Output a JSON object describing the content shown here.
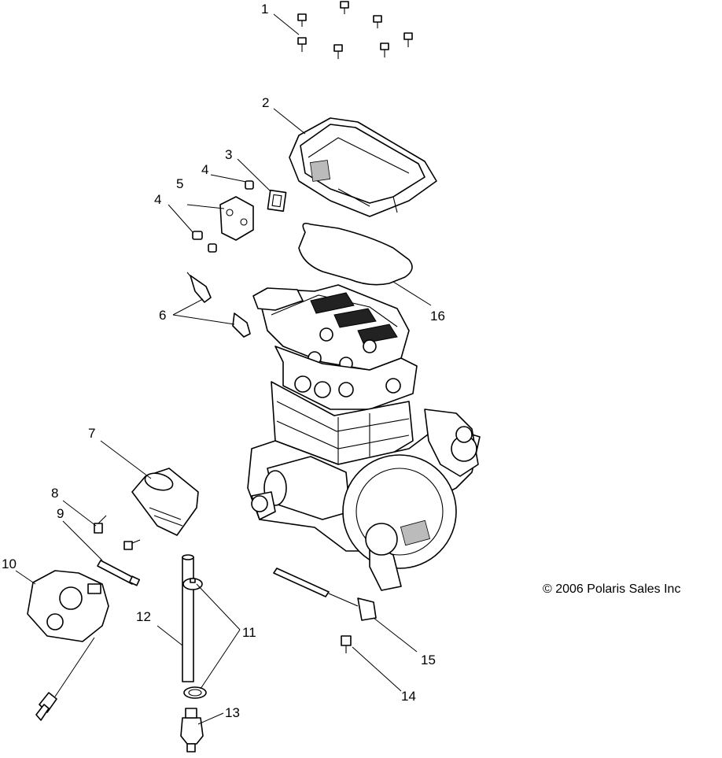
{
  "copyright": "© 2006 Polaris Sales Inc",
  "callouts": [
    "1",
    "2",
    "3",
    "4",
    "4",
    "5",
    "6",
    "7",
    "8",
    "9",
    "10",
    "11",
    "12",
    "13",
    "14",
    "15",
    "16"
  ]
}
